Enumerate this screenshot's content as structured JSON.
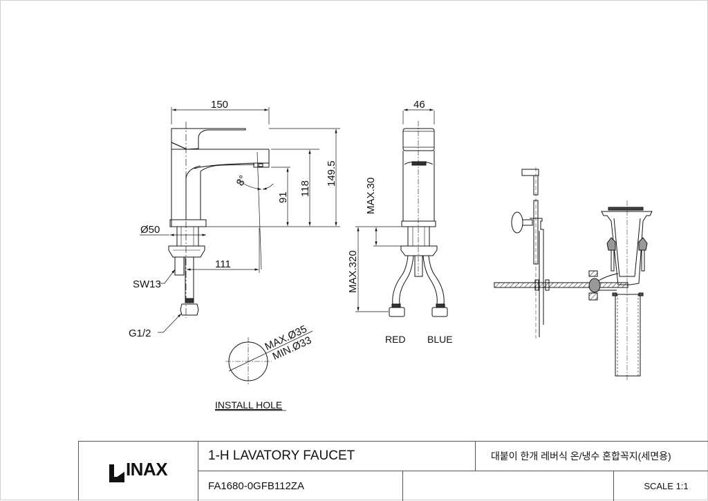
{
  "drawing": {
    "side_view": {
      "dims": {
        "width": "150",
        "total_height": "149.5",
        "spout_top_height": "118",
        "spout_outlet_height": "91",
        "spout_angle": "8°",
        "base_diameter": "Ø50",
        "spout_reach": "111",
        "wrench_size": "SW13",
        "thread": "G1/2"
      }
    },
    "front_view": {
      "dims": {
        "width": "46",
        "max_deck_thickness": "MAX.30",
        "max_hose_length": "MAX.320"
      },
      "hose_labels": {
        "hot": "RED",
        "cold": "BLUE"
      }
    },
    "install_hole": {
      "max_diameter": "MAX.Ø35",
      "min_diameter": "MIN.Ø33",
      "caption": "INSTALL HOLE"
    }
  },
  "title_block": {
    "brand": "INAX",
    "title": "1-H LAVATORY FAUCET",
    "korean_title": "대붙이 한개 레버식 온/냉수 혼합꼭지(세면용)",
    "model": "FA1680-0GFB112ZA",
    "scale": "SCALE 1:1"
  }
}
